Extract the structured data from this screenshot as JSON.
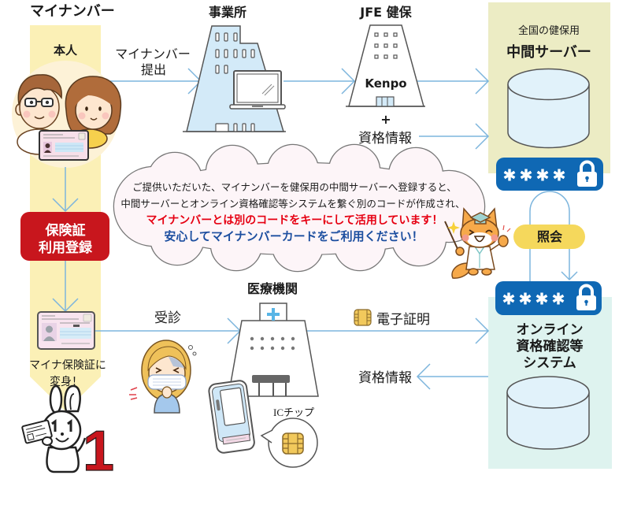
{
  "header": {
    "title": "マイナンバー"
  },
  "person": {
    "label": "本人",
    "register_button": {
      "line1": "保険証",
      "line2": "利用登録"
    },
    "caption": {
      "line1": "マイナ保険証に",
      "line2": "変身！"
    },
    "mascot_number": "1"
  },
  "top_flow": {
    "submit": {
      "line1": "マイナンバー",
      "line2": "提出"
    },
    "employer": {
      "label": "事業所"
    },
    "insurer": {
      "label": "JFE 健保",
      "sign": "Kenpo"
    },
    "plus": "+",
    "qualification_info": "資格情報"
  },
  "intermediate_server": {
    "subtitle": "全国の健保用",
    "title": "中間サーバー"
  },
  "secure_code": {
    "mask": "****",
    "icon": "lock-icon"
  },
  "inquiry": {
    "label": "照会"
  },
  "online_system": {
    "line1": "オンライン",
    "line2": "資格確認等",
    "line3": "システム"
  },
  "message": {
    "line1": "ご提供いただいた、マイナンバーを健保用の中間サーバーへ登録すると、",
    "line2": "中間サーバーとオンライン資格確認等システムを繋ぐ別のコードが作成され、",
    "line3": "マイナンバーとは別のコードをキーにして活用しています！",
    "line4": "安心してマイナンバーカードをご利用ください！"
  },
  "bottom_flow": {
    "visit": "受診",
    "hospital": {
      "label": "医療機関"
    },
    "ic_chip": "ICチップ",
    "certificate": "電子証明",
    "qualification_info": "資格情報"
  },
  "colors": {
    "person_column": "#fbf0b6",
    "server_panel": "#ececc4",
    "system_panel": "#def3ef",
    "register_button": "#c8161d",
    "secure_code_badge": "#0f68b4",
    "inquiry_badge": "#f5d85c",
    "flow_arrow": "#7db5dd",
    "message_highlight_red": "#e60012",
    "message_highlight_blue": "#1d4fa0"
  }
}
